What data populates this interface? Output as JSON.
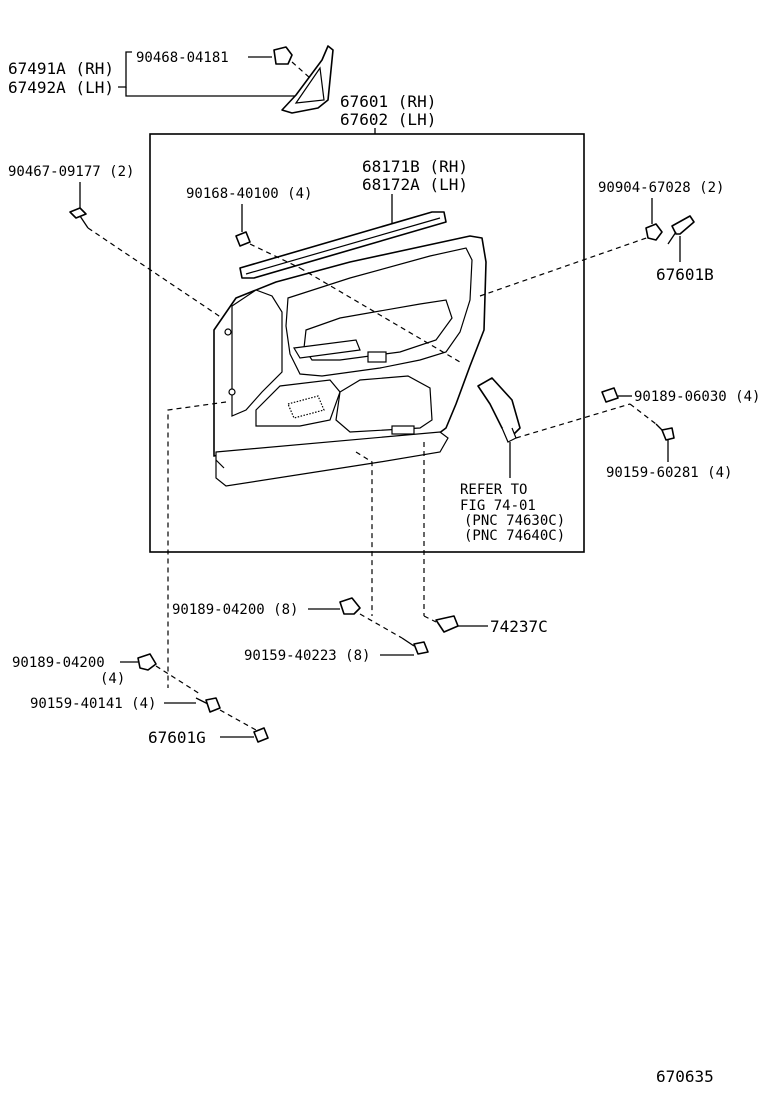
{
  "labels": {
    "trim_cover_pnc": "67491A (RH)",
    "trim_cover_pnc2": "67492A (LH)",
    "clip_top": "90468-04181",
    "panel_pnc": "67601 (RH)",
    "panel_pnc2": "67602 (LH)",
    "screw_top_left": "90467-09177 (2)",
    "weatherstrip_pnc": "68171B (RH)",
    "weatherstrip_pnc2": "68172A (LH)",
    "clip_upper": "90168-40100 (4)",
    "nut_right": "90904-67028 (2)",
    "bracket_right": "67601B",
    "clip_right": "90189-06030 (4)",
    "screw_right": "90159-60281 (4)",
    "refer_line1": "REFER TO",
    "refer_line2": "FIG 74-01",
    "refer_line3": "(PNC 74630C)",
    "refer_line4": "(PNC 74640C)",
    "clip_mid": "90189-04200 (8)",
    "screw_mid": "90159-40223 (8)",
    "cover_mid": "74237C",
    "clip_left": "90189-04200",
    "clip_left_qty": "(4)",
    "screw_left": "90159-40141 (4)",
    "plug_left": "67601G",
    "figure_id": "670635"
  }
}
